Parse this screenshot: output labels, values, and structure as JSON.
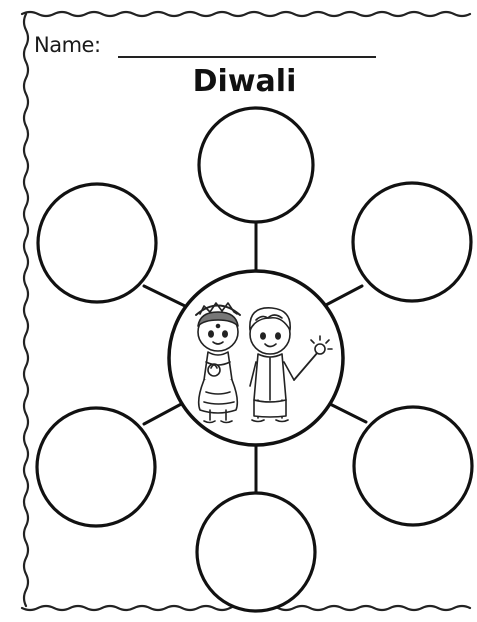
{
  "worksheet": {
    "name_label": "Name:",
    "title": "Diwali"
  },
  "diagram": {
    "type": "bubble-map",
    "outer_bubbles": 6,
    "center_image": "two-children-in-traditional-dress-icon"
  }
}
